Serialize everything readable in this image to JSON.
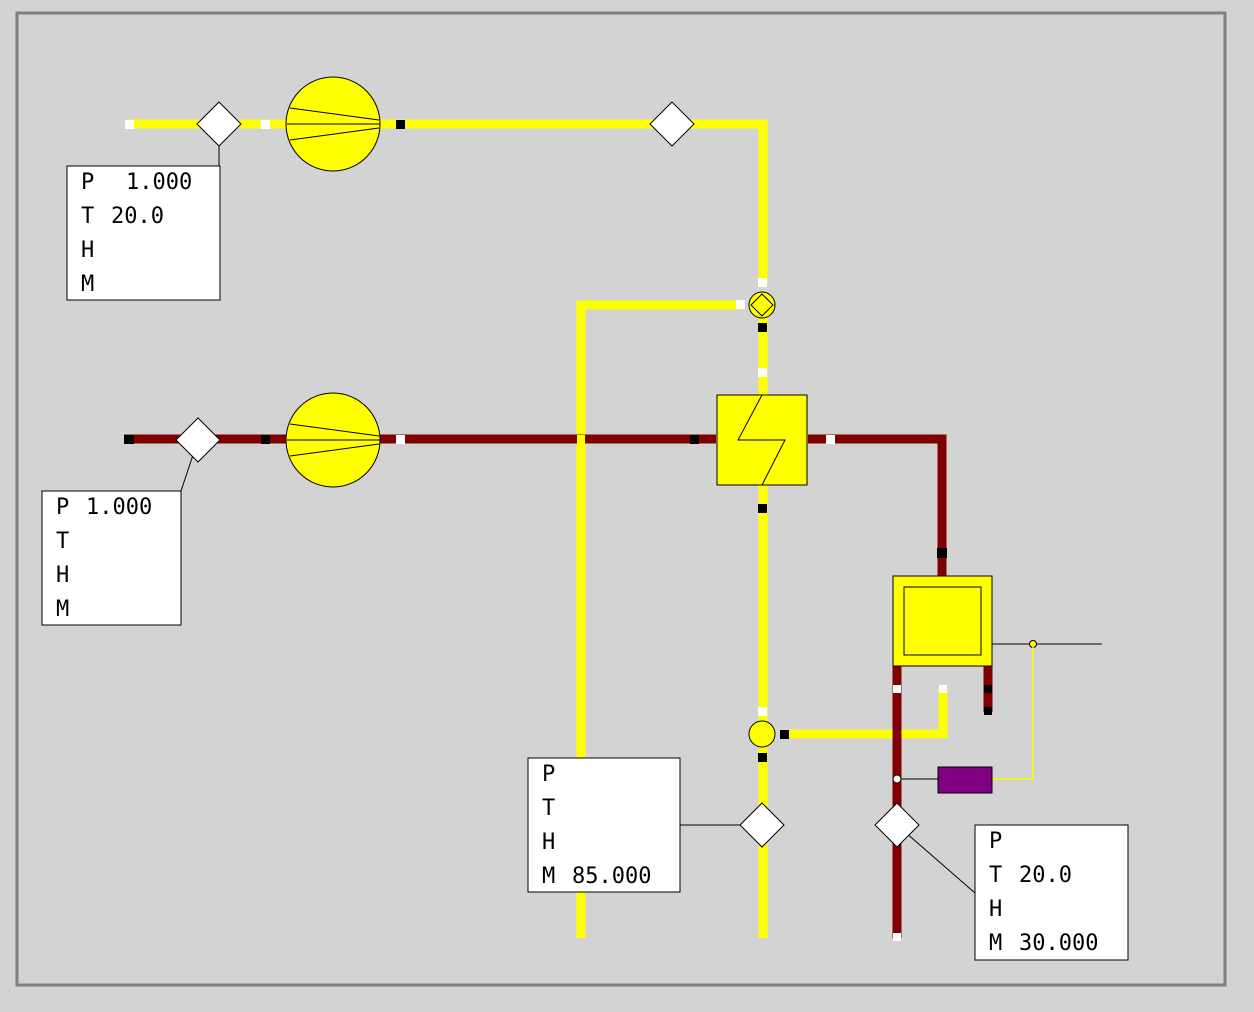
{
  "colors": {
    "background": "#d3d3d3",
    "frame": "#808080",
    "air_line": "#ffff00",
    "flue_line": "#800000",
    "component_fill": "#ffff00",
    "actuator": "#800080",
    "table_fill": "#ffffff"
  },
  "tables": [
    {
      "id": "table-1",
      "rows": [
        {
          "label": "P",
          "value": "1.000"
        },
        {
          "label": "T",
          "value": "20.0"
        },
        {
          "label": "H",
          "value": ""
        },
        {
          "label": "M",
          "value": ""
        }
      ]
    },
    {
      "id": "table-2",
      "rows": [
        {
          "label": "P",
          "value": "1.000"
        },
        {
          "label": "T",
          "value": ""
        },
        {
          "label": "H",
          "value": ""
        },
        {
          "label": "M",
          "value": ""
        }
      ]
    },
    {
      "id": "table-3",
      "rows": [
        {
          "label": "P",
          "value": ""
        },
        {
          "label": "T",
          "value": ""
        },
        {
          "label": "H",
          "value": ""
        },
        {
          "label": "M",
          "value": "85.000"
        }
      ]
    },
    {
      "id": "table-4",
      "rows": [
        {
          "label": "P",
          "value": ""
        },
        {
          "label": "T",
          "value": "20.0"
        },
        {
          "label": "H",
          "value": ""
        },
        {
          "label": "M",
          "value": "30.000"
        }
      ]
    }
  ]
}
